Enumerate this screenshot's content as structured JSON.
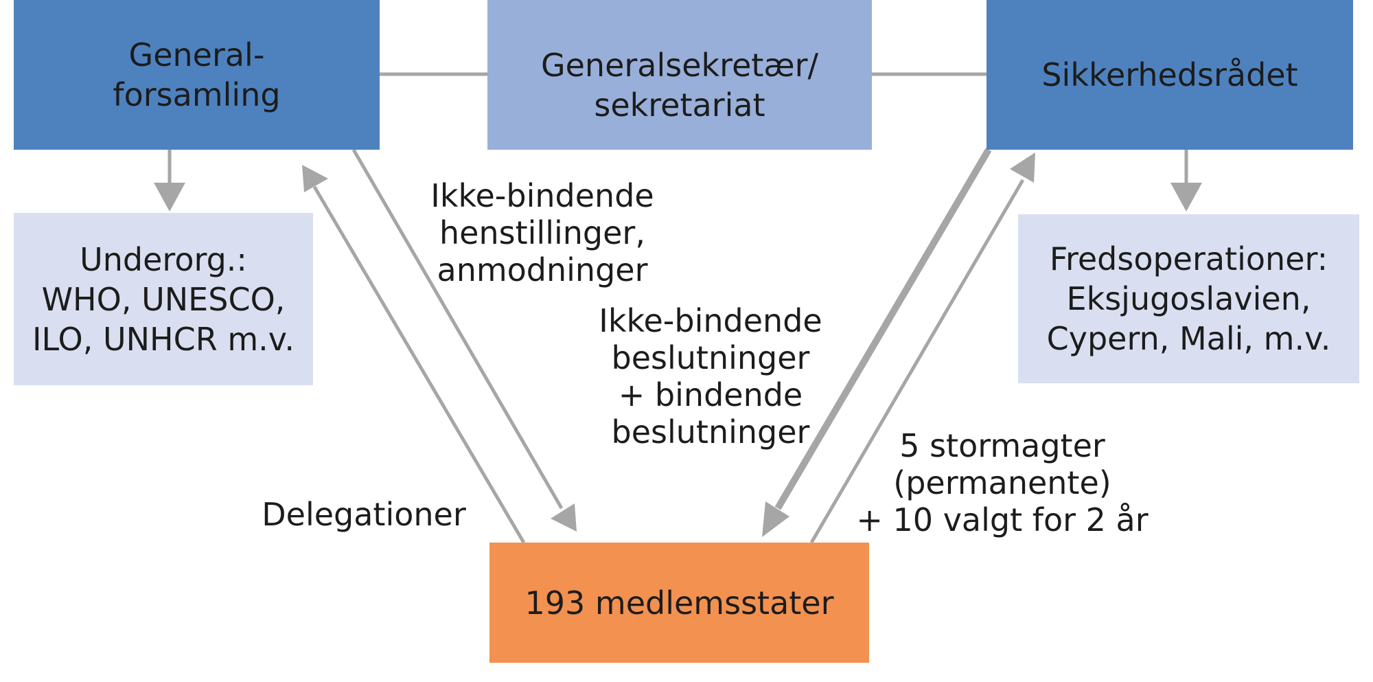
{
  "colors": {
    "primary_box": "#4e82bf",
    "secretariat_box": "#98afd9",
    "sub_box": "#d9dff0",
    "member_box": "#f29150",
    "connector": "#a6a6a6",
    "text": "#1c1c1c"
  },
  "boxes": {
    "general_assembly": "General-\nforsamling",
    "secretariat": "Generalsekretær/\nsekretariat",
    "security_council": "Sikkerhedsrådet",
    "sub_organizations": "Underorg.:\nWHO, UNESCO,\nILO, UNHCR m.v.",
    "peace_operations": "Fredsoperationer:\nEksjugoslavien,\nCypern, Mali, m.v.",
    "member_states": "193 medlemsstater"
  },
  "labels": {
    "ga_recommendations": "Ikke-bindende\nhenstillinger,\nanmodninger",
    "sc_decisions": "Ikke-bindende\nbeslutninger\n+ bindende\nbeslutninger",
    "sc_composition": "5 stormagter\n(permanente)\n+ 10 valgt for 2 år",
    "delegations": "Delegationer"
  }
}
